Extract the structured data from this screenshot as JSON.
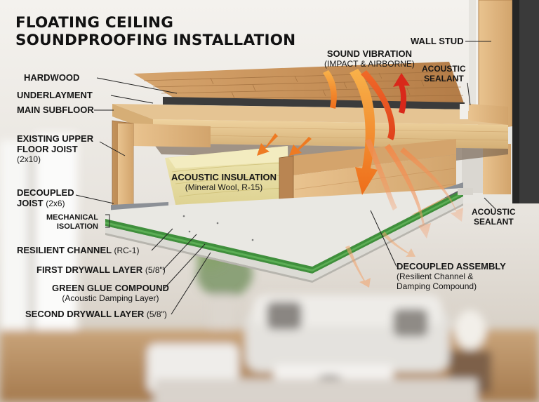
{
  "title": {
    "line1": "FLOATING CEILING",
    "line2": "SOUNDPROOFING INSTALLATION"
  },
  "labels": {
    "hardwood": "HARDWOOD",
    "underlayment": "UNDERLAYMENT",
    "main_subfloor": "MAIN SUBFLOOR",
    "existing_joist_line1": "EXISTING UPPER",
    "existing_joist_line2": "FLOOR JOIST",
    "existing_joist_size": "(2x10)",
    "decoupled_joist": "DECOUPLED",
    "decoupled_joist_line2": "JOIST",
    "decoupled_joist_size": "(2x6)",
    "mech_iso_line1": "MECHANICAL",
    "mech_iso_line2": "ISOLATION",
    "resilient_channel": "RESILIENT CHANNEL",
    "resilient_channel_code": "(RC-1)",
    "first_drywall": "FIRST DRYWALL LAYER",
    "first_drywall_size": "(5/8\")",
    "green_glue": "GREEN GLUE COMPOUND",
    "green_glue_desc": "(Acoustic Damping Layer)",
    "second_drywall": "SECOND DRYWALL LAYER",
    "second_drywall_size": "(5/8\")",
    "wall_stud": "WALL STUD",
    "sound_vibration": "SOUND VIBRATION",
    "sound_vibration_desc": "(IMPACT & AIRBORNE)",
    "acoustic_sealant_top_1": "ACOUSTIC",
    "acoustic_sealant_top_2": "SEALANT",
    "acoustic_sealant_bottom_1": "ACOUSTIC",
    "acoustic_sealant_bottom_2": "SEALANT",
    "insulation": "ACOUSTIC INSULATION",
    "insulation_desc": "(Mineral Wool, R-15)",
    "decoupled_assembly": "DECOUPLED ASSEMBLY",
    "decoupled_assembly_desc1": "(Resilient Channel &",
    "decoupled_assembly_desc2": "Damping Compound)"
  },
  "colors": {
    "wood_light": "#e2bd86",
    "wood_dark": "#b98552",
    "insulation": "#e6dc9c",
    "green_glue": "#3f8f3c",
    "drywall": "#e7e6e1",
    "metal": "#8c9096",
    "arrow_orange": "#ef7d22",
    "arrow_red": "#d92c1c",
    "wall_dark": "#2d2d2d"
  }
}
